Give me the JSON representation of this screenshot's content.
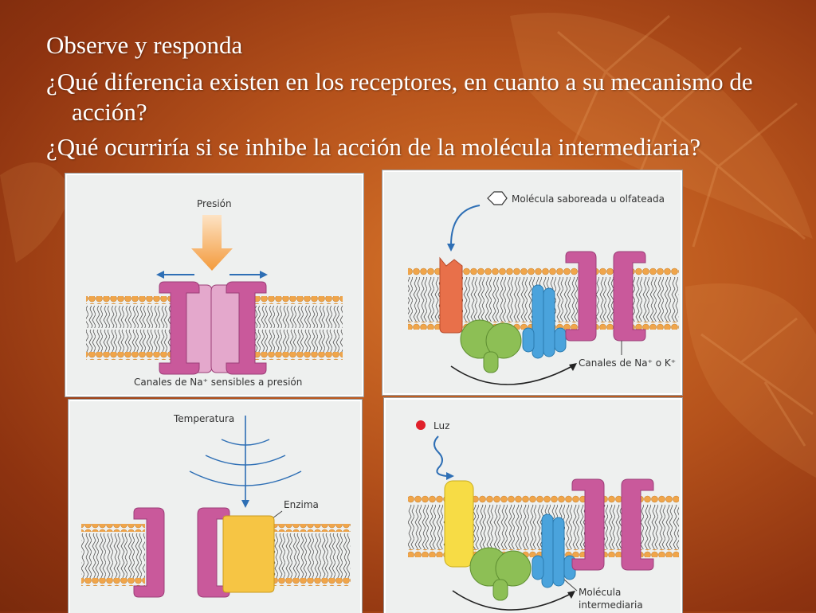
{
  "slide": {
    "heading": "Observe y responda",
    "question1": "¿Qué diferencia existen en los receptores, en cuanto a su mecanismo de acción?",
    "question2": "¿Qué ocurriría si se inhibe la acción de la molécula intermediaria?"
  },
  "panels": {
    "pressure": {
      "stimulus": "Presión",
      "caption": "Canales de Na⁺ sensibles a presión"
    },
    "chemical": {
      "stimulus": "Molécula saboreada u olfateada",
      "channels": "Canales de Na⁺ o K⁺"
    },
    "temperature": {
      "stimulus": "Temperatura",
      "enzyme": "Enzima"
    },
    "light": {
      "stimulus": "Luz",
      "intermediate_line1": "Molécula",
      "intermediate_line2": "intermediaria"
    }
  },
  "colors": {
    "background": "#b4511b",
    "channel": "#c9599b",
    "receptor_chemical": "#e8704a",
    "g_protein": "#8dbf55",
    "effector": "#4aa3dc",
    "enzyme": "#f6c544",
    "receptor_light": "#f7dc45",
    "lipid_head": "#f0a54a",
    "pressure_arrow": "#f39a3c",
    "arrow_blue": "#2e6fb5"
  }
}
